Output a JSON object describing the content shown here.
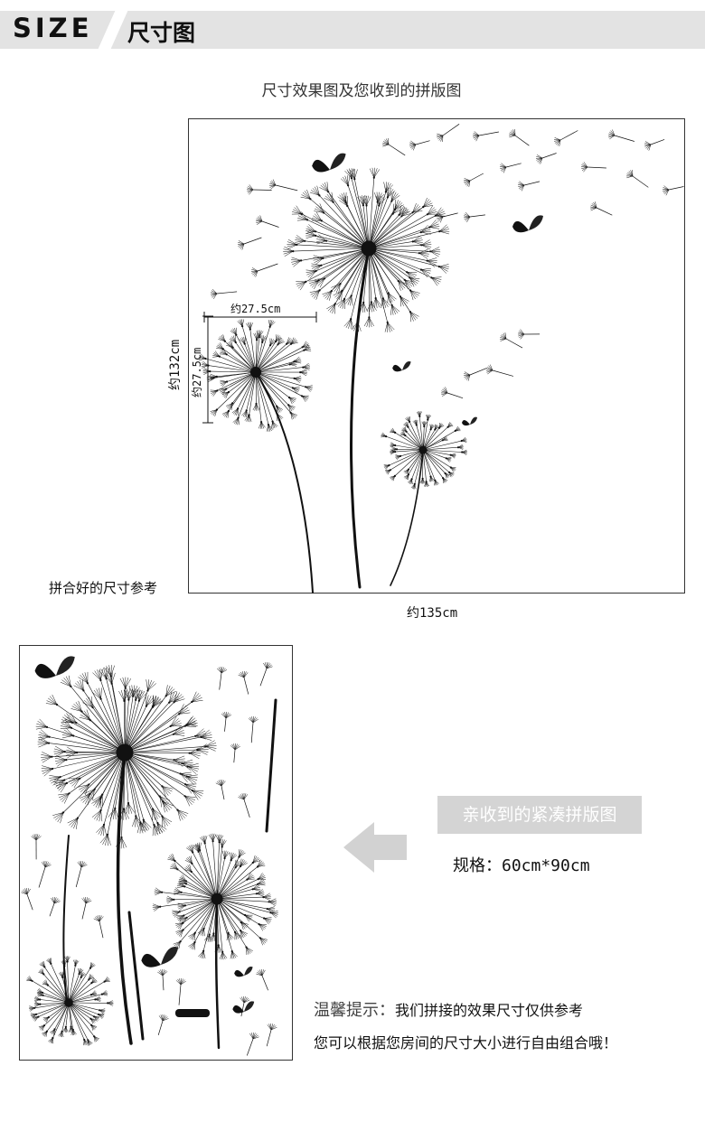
{
  "header": {
    "en": "SIZE",
    "cn": "尺寸图"
  },
  "subtitle": "尺寸效果图及您收到的拼版图",
  "dimensions": {
    "width_single": "约27.5cm",
    "height_single": "约27.5cm",
    "height_total": "约132cm",
    "width_total": "约135cm"
  },
  "assembled_label": "拼合好的尺寸参考",
  "received": {
    "badge": "亲收到的紧凑拼版图",
    "spec": "规格：60cm*90cm"
  },
  "tips": {
    "label": "温馨提示：",
    "line1": "我们拼接的效果尺寸仅供参考",
    "line2": "您可以根据您房间的尺寸大小进行自由组合哦！"
  },
  "colors": {
    "header_bg": "#e3e3e3",
    "badge_bg": "#d4d4d4",
    "ink": "#111111"
  }
}
